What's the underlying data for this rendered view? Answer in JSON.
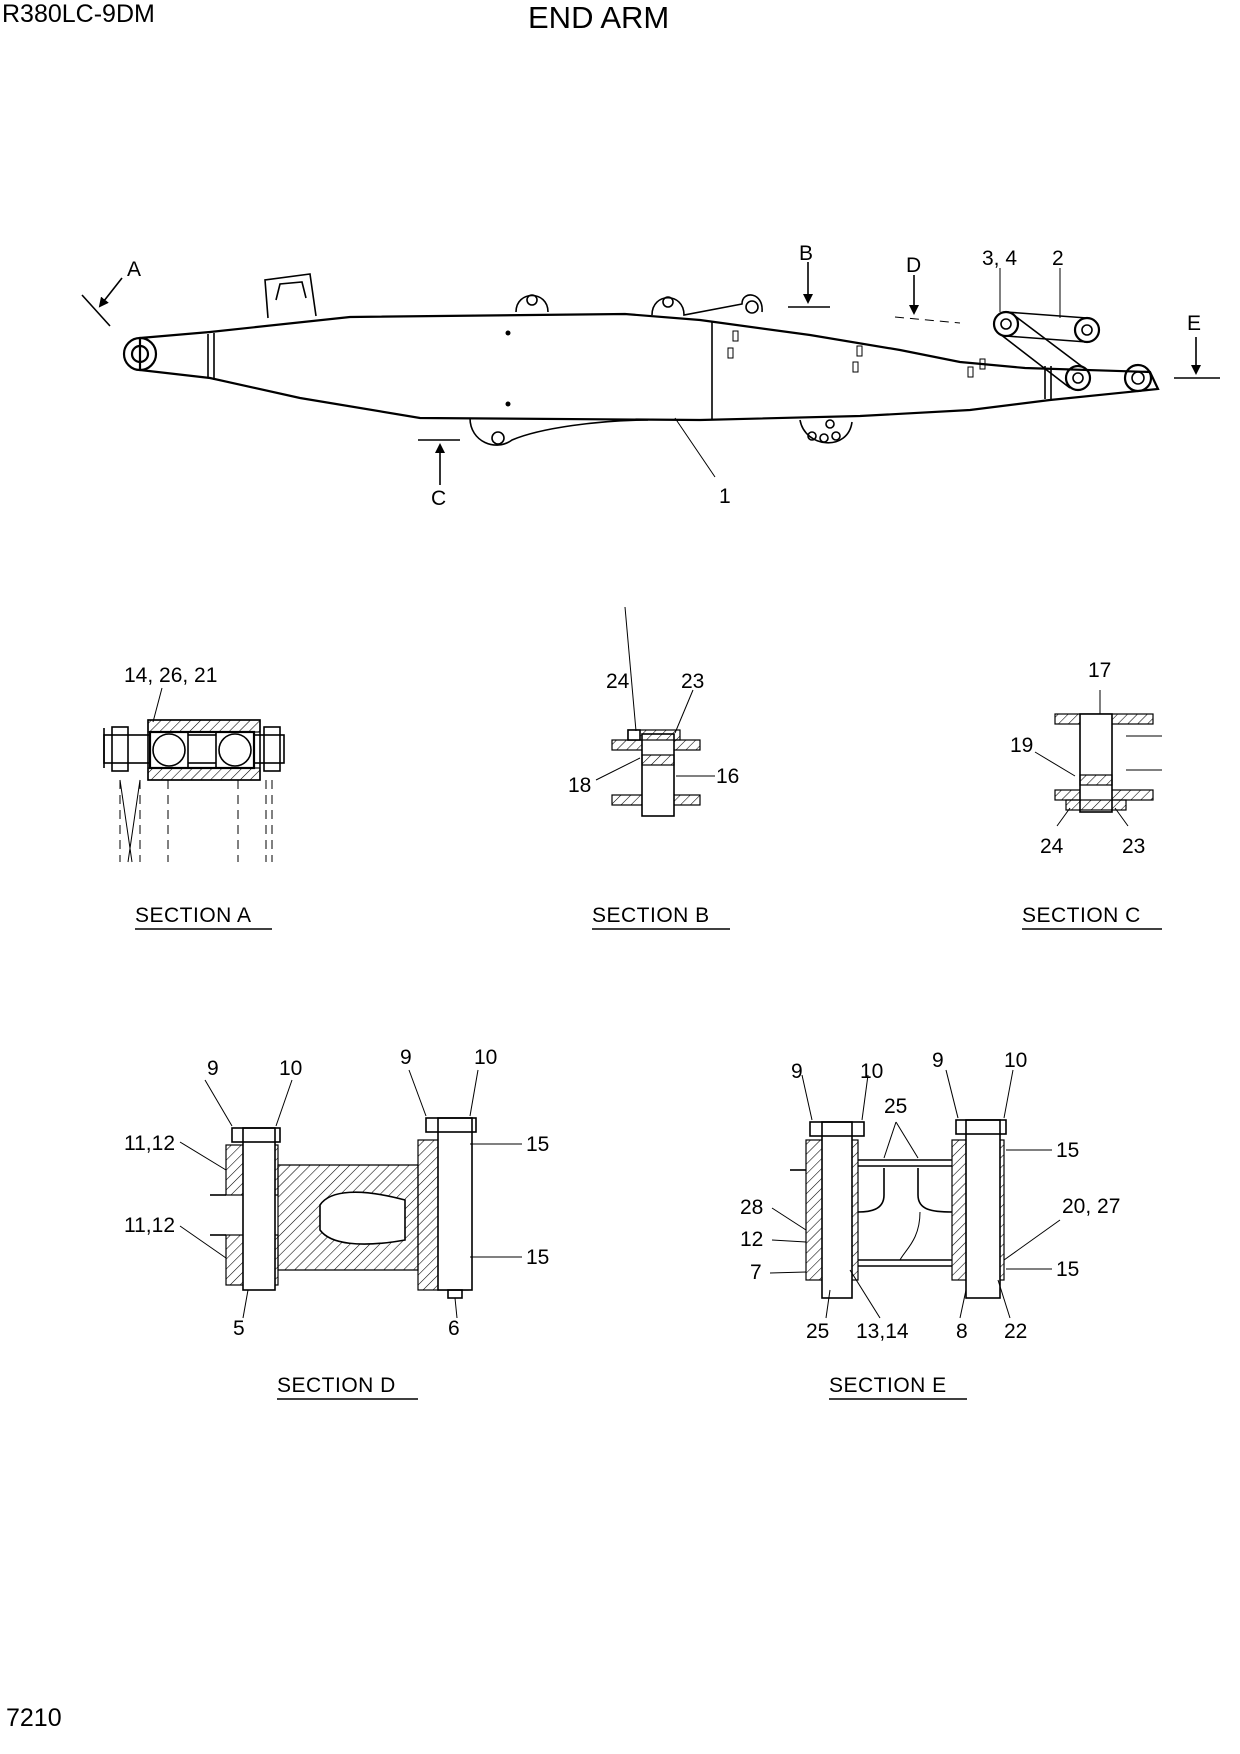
{
  "header": {
    "model": "R380LC-9DM",
    "title": "END ARM"
  },
  "footer": {
    "page_number": "7210"
  },
  "main_view": {
    "section_markers": {
      "a": "A",
      "b": "B",
      "c": "C",
      "d": "D",
      "e": "E"
    },
    "callouts": {
      "arm": "1",
      "link": "2",
      "link_pin": "3, 4"
    }
  },
  "section_a": {
    "caption": "SECTION  A",
    "callouts": [
      "14, 26, 21"
    ]
  },
  "section_b": {
    "caption": "SECTION  B",
    "callouts": [
      "24",
      "23",
      "18",
      "16"
    ]
  },
  "section_c": {
    "caption": "SECTION  C",
    "callouts": [
      "17",
      "19",
      "24",
      "23"
    ]
  },
  "section_d": {
    "caption": "SECTION  D",
    "callouts": [
      "9",
      "10",
      "9",
      "10",
      "11,12",
      "11,12",
      "15",
      "15",
      "5",
      "6"
    ]
  },
  "section_e": {
    "caption": "SECTION  E",
    "callouts": [
      "9",
      "10",
      "9",
      "10",
      "25",
      "15",
      "28",
      "12",
      "7",
      "20, 27",
      "15",
      "25",
      "13,14",
      "8",
      "22"
    ]
  }
}
